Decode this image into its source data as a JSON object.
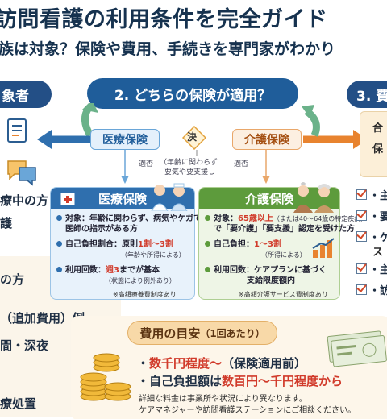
{
  "title": {
    "line1": "訪問看護の利用条件を完全ガイド",
    "line2": "族は対象？保険や費用、手続きを専門家がわかり"
  },
  "sections": {
    "left_partial": "象者",
    "middle": "2. どちらの保険が適用？",
    "right_partial": "3. 費"
  },
  "left_column": {
    "line_a": "療中の方",
    "line_b": "護",
    "line_c": "の方",
    "line_d": "（追加費用）例",
    "line_e": "間・深夜",
    "line_f": "療処置"
  },
  "decision": {
    "medical": "医療保険",
    "care": "介護保険",
    "center": "決",
    "applies_left": "適否",
    "applies_right": "適否",
    "note_line1": "（年齢に関わらず",
    "note_line2": "要気や要支援し"
  },
  "medical_panel": {
    "heading": "医療保険",
    "target_label": "対象：",
    "target_text": "年齢に関わらず、病気やケガで",
    "target_text2": "医師の指示がある方",
    "cost_label": "自己負担割合：",
    "cost_pre": "原則",
    "cost_value": "1割〜3割",
    "cost_sub": "（年齢や所得による）",
    "visits_label": "利用回数：",
    "visits_value": "週3",
    "visits_post": "までが基本",
    "visits_sub": "（状態により例外あり）",
    "footnote": "※高額療養費制度あり"
  },
  "care_panel": {
    "heading": "介護保険",
    "target_label": "対象：",
    "target_value": "65歳以上",
    "target_small": "（または40〜64歳の特定疾病）",
    "target_text2": "で「要介護」「要支援」認定を受けた方",
    "cost_label": "自己負担：",
    "cost_value": "1〜3割",
    "cost_sub": "（所得による）",
    "visits_label": "利用回数：",
    "visits_text": "ケアプランに基づく",
    "visits_text2": "支給限度額内",
    "footnote": "※高額介護サービス費制度あり"
  },
  "right_column": {
    "side_line1": "合",
    "side_line2": "保",
    "checks": [
      "・主",
      "・要",
      "・ケ",
      "ス",
      "・主",
      "・訪"
    ]
  },
  "cost_box": {
    "heading": "費用の目安",
    "heading_sub": "（1回あたり）",
    "line1_value": "数千円程度〜",
    "line1_post": "（保険適用前）",
    "line2_pre": "自己負担額は",
    "line2_value": "数百円〜千円程度から",
    "note1": "詳細な料金は事業所や状況により異なります。",
    "note2": "ケアマネジャーや訪問看護ステーションにご相談ください。"
  },
  "colors": {
    "navy": "#1f5d9a",
    "medical_blue": "#2f6fae",
    "care_green": "#5d9b3c",
    "accent_orange": "#e8832f",
    "alert_red": "#d13b2b"
  },
  "icons": [
    "document-icon",
    "chat-bubble-icon",
    "hospital-icon",
    "doctor-icon",
    "nurse-icon",
    "elderly-couple-icon",
    "bar-chart-icon",
    "coins-icon",
    "banknotes-icon",
    "checkbox-icon"
  ]
}
